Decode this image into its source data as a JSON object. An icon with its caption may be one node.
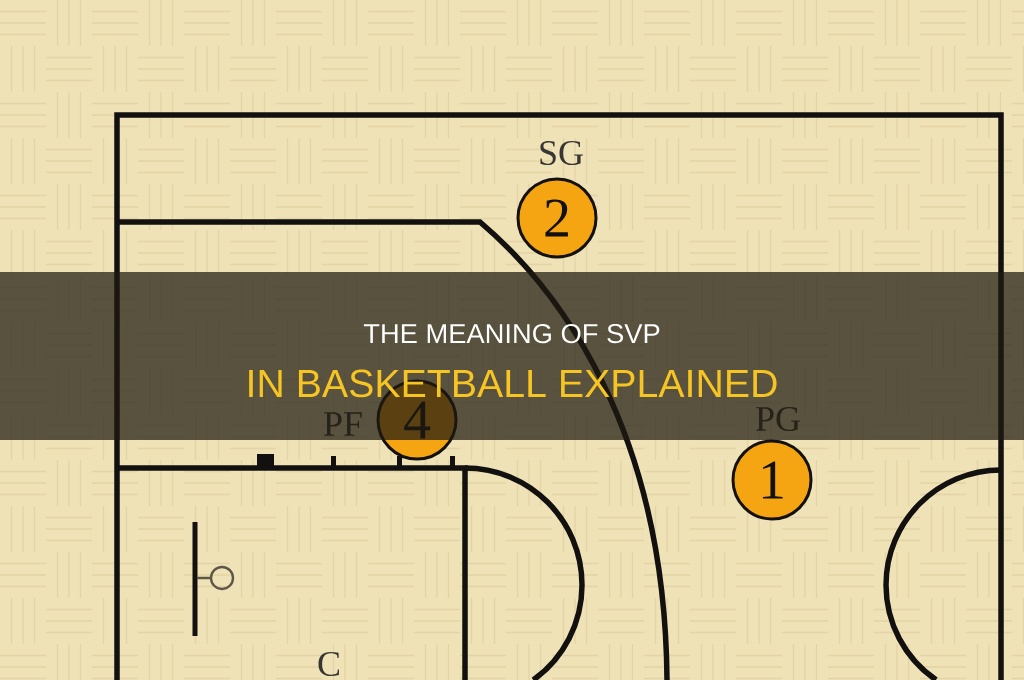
{
  "diagram": {
    "title": "THE MEANING OF SVP IN BASKETBALL EXPLAINED",
    "nodes": [
      {
        "text": [
          "2"
        ],
        "beside": [
          "SG"
        ]
      },
      {
        "text": [
          "4"
        ],
        "beside": [
          "PF"
        ]
      },
      {
        "text": [
          "1"
        ],
        "beside": [
          "PG"
        ]
      }
    ],
    "labels": [
      "C"
    ]
  }
}
